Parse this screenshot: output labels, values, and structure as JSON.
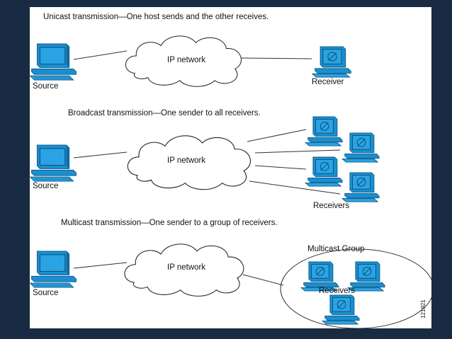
{
  "colors": {
    "slide_background": "#182b42",
    "panel_background": "#ffffff",
    "source_pc": "#1a8fd0",
    "receiver_pc": "#1a8fd0"
  },
  "unicast": {
    "title": "Unicast transmission—One host sends and the other receives.",
    "network_label": "IP network",
    "source_label": "Source",
    "receiver_label": "Receiver"
  },
  "broadcast": {
    "title": "Broadcast transmission—One sender to all receivers.",
    "network_label": "IP network",
    "source_label": "Source",
    "receivers_label": "Receivers"
  },
  "multicast": {
    "title": "Multicast transmission—One sender to a group of receivers.",
    "network_label": "IP network",
    "source_label": "Source",
    "group_label": "Multicast Group",
    "receivers_label": "Receivers"
  },
  "figure_id": "121921",
  "icons": {
    "source": "desktop-computer-icon",
    "receiver": "receiver-workstation-icon",
    "network": "cloud-icon"
  }
}
